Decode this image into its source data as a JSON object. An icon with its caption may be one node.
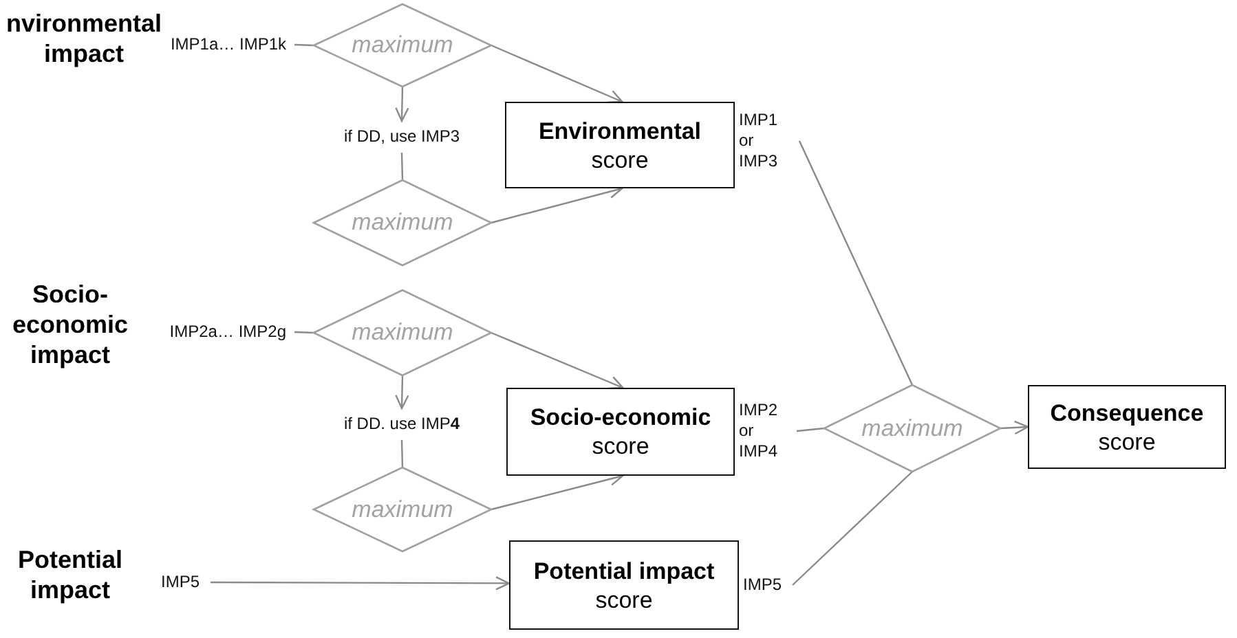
{
  "diagram": {
    "nodes": [
      {
        "text": [
          "IMP1a… IMP1k"
        ]
      },
      {
        "text": [
          "maximum"
        ]
      },
      {
        "text": [
          "if DD, use IMP3"
        ]
      },
      {
        "text": [
          "maximum"
        ]
      },
      {
        "text": [
          "Environmental",
          "score"
        ]
      },
      {
        "text": [
          "IMP2a… IMP2g"
        ]
      },
      {
        "text": [
          "maximum"
        ]
      },
      {
        "text": [
          "if DD. use IMP**4**"
        ]
      },
      {
        "text": [
          "maximum"
        ]
      },
      {
        "text": [
          "Socio-economic",
          "score"
        ]
      },
      {
        "text": [
          "IMP5"
        ]
      },
      {
        "text": [
          "Potential impact",
          "score"
        ]
      },
      {
        "text": [
          "IMP1 or IMP3"
        ]
      },
      {
        "text": [
          "IMP2 or IMP4"
        ]
      },
      {
        "text": [
          "IMP5"
        ]
      },
      {
        "text": [
          "maximum"
        ]
      },
      {
        "text": [
          "Consequence",
          "score"
        ]
      }
    ],
    "edges": [
      {
        "from": 0,
        "to": 1,
        "arrow": "none"
      },
      {
        "from": 1,
        "to": 4,
        "arrow": "to"
      },
      {
        "from": 1,
        "to": 2,
        "arrow": "to"
      },
      {
        "from": 2,
        "to": 3,
        "arrow": "none"
      },
      {
        "from": 3,
        "to": 4,
        "arrow": "to"
      },
      {
        "from": 5,
        "to": 6,
        "arrow": "none"
      },
      {
        "from": 6,
        "to": 9,
        "arrow": "to"
      },
      {
        "from": 6,
        "to": 7,
        "arrow": "to"
      },
      {
        "from": 7,
        "to": 8,
        "arrow": "none"
      },
      {
        "from": 8,
        "to": 9,
        "arrow": "to"
      },
      {
        "from": 10,
        "to": 11,
        "arrow": "to"
      },
      {
        "from": 12,
        "to": 15,
        "arrow": "none"
      },
      {
        "from": 13,
        "to": 15,
        "arrow": "none"
      },
      {
        "from": 14,
        "to": 15,
        "arrow": "none"
      },
      {
        "from": 15,
        "to": 16,
        "arrow": "to"
      }
    ],
    "labels": [
      "nvironmental impact",
      "Socio-economic impact",
      "Potential impact"
    ]
  }
}
